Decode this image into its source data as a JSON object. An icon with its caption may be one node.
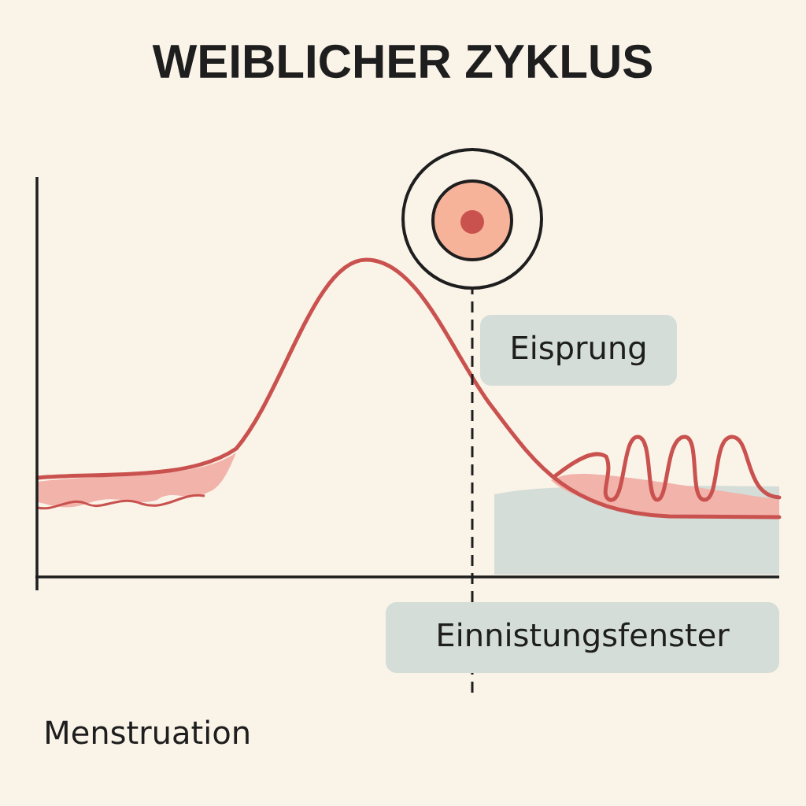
{
  "diagram": {
    "title": "WEIBLICHER ZYKLUS",
    "nodes": [
      {
        "text": [
          "Eisprung"
        ]
      },
      {
        "text": [
          "Einnistungsfenster"
        ]
      }
    ],
    "labels": [
      "Menstruation"
    ]
  }
}
